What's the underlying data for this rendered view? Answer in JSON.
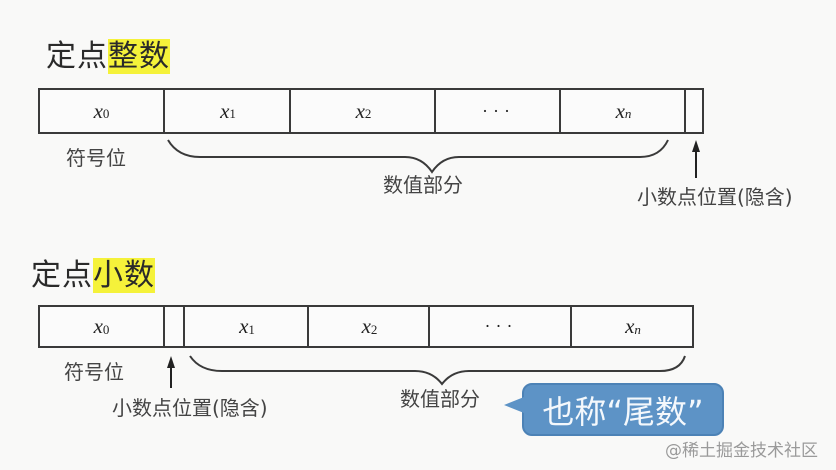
{
  "integer_section": {
    "title_prefix": "定点",
    "title_highlight": "整数",
    "cells": [
      {
        "var": "x",
        "sub": "0"
      },
      {
        "var": "x",
        "sub": "1"
      },
      {
        "var": "x",
        "sub": "2"
      },
      {
        "dots": "···"
      },
      {
        "var": "x",
        "sub": "n"
      }
    ],
    "sign_label": "符号位",
    "value_label": "数值部分",
    "point_label": "小数点位置(隐含)"
  },
  "fraction_section": {
    "title_prefix": "定点",
    "title_highlight": "小数",
    "cells": [
      {
        "var": "x",
        "sub": "0"
      },
      {
        "var": "x",
        "sub": "1"
      },
      {
        "var": "x",
        "sub": "2"
      },
      {
        "dots": "···"
      },
      {
        "var": "x",
        "sub": "n"
      }
    ],
    "sign_label": "符号位",
    "value_label": "数值部分",
    "point_label": "小数点位置(隐含)",
    "callout": "也称“尾数”"
  },
  "watermark": "@稀土掘金技术社区",
  "colors": {
    "highlight": "#f5f23a",
    "callout_bg": "#5d93c6"
  }
}
